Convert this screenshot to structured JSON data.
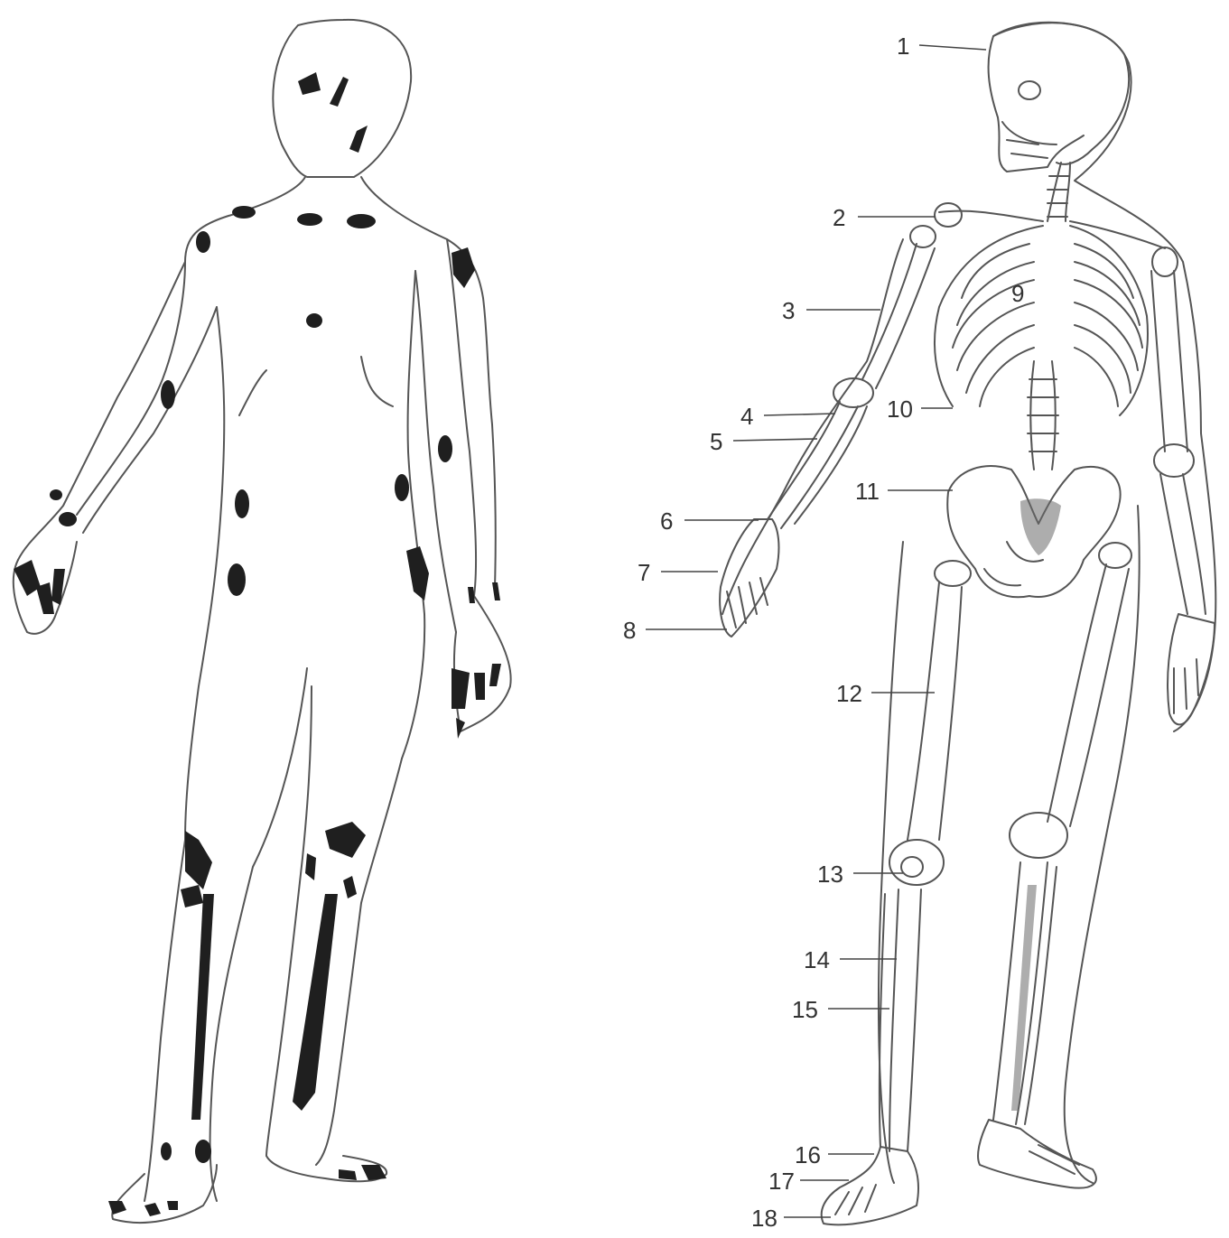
{
  "labels": [
    "1",
    "2",
    "3",
    "4",
    "5",
    "6",
    "7",
    "8",
    "9",
    "10",
    "11",
    "12",
    "13",
    "14",
    "15",
    "16",
    "17",
    "18"
  ],
  "colors": {
    "ink": "#555555",
    "mark": "#1f1f1f",
    "label": "#333333",
    "background": "#ffffff"
  }
}
